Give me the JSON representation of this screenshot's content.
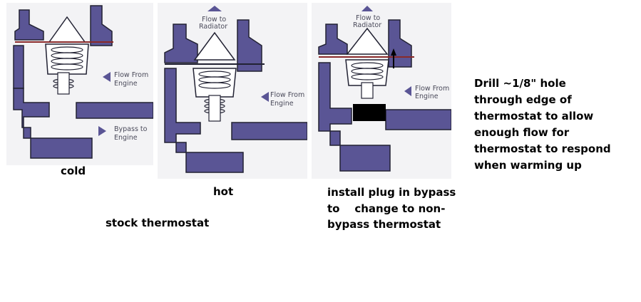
{
  "colors": {
    "housing": "#5a5595",
    "outline": "#222233",
    "panel_bg": "#f3f3f5",
    "plug": "#000000",
    "rod": "#8a2a2a"
  },
  "panels": [
    {
      "caption": "cold",
      "labels": [
        {
          "line1": "Flow From",
          "line2": "Engine"
        },
        {
          "line1": "Bypass to",
          "line2": "Engine"
        }
      ]
    },
    {
      "caption": "hot",
      "labels": [
        {
          "line1": "Flow to",
          "line2": "Radiator"
        },
        {
          "line1": "Flow From",
          "line2": "Engine"
        }
      ]
    },
    {
      "caption_lines": [
        "install plug in bypass",
        "to    change to non-",
        "bypass thermostat"
      ],
      "labels": [
        {
          "line1": "Flow to",
          "line2": "Radiator"
        },
        {
          "line1": "Flow From",
          "line2": "Engine"
        }
      ]
    }
  ],
  "group_caption": "stock thermostat",
  "note_lines": [
    "Drill ~1/8\" hole",
    "through edge of",
    "thermostat to allow",
    "enough flow for",
    "thermostat to respond",
    "when warming up"
  ]
}
